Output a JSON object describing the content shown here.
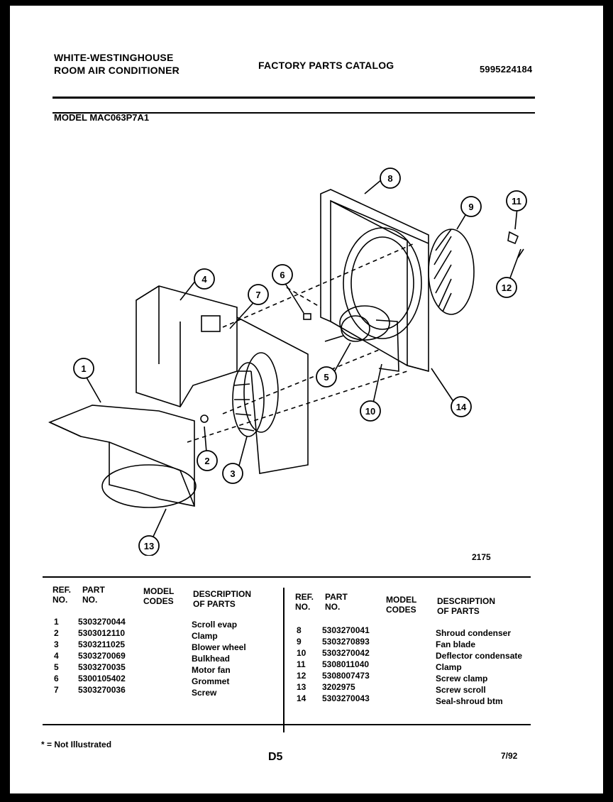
{
  "header": {
    "brand_line1": "WHITE-WESTINGHOUSE",
    "brand_line2": "ROOM AIR CONDITIONER",
    "catalog_title": "FACTORY PARTS CATALOG",
    "catalog_number": "5995224184",
    "model": "MODEL MAC063P7A1"
  },
  "diagram": {
    "code": "2175",
    "callouts": [
      "1",
      "2",
      "3",
      "4",
      "5",
      "6",
      "7",
      "8",
      "9",
      "10",
      "11",
      "12",
      "13",
      "14"
    ]
  },
  "table": {
    "headers": {
      "ref": "REF.",
      "ref2": "NO.",
      "part": "PART",
      "part2": "NO.",
      "model": "MODEL",
      "model2": "CODES",
      "desc": "DESCRIPTION",
      "desc2": "OF PARTS"
    },
    "left": [
      {
        "ref": "1",
        "part": "5303270044",
        "desc": "Scroll evap"
      },
      {
        "ref": "2",
        "part": "5303012110",
        "desc": "Clamp"
      },
      {
        "ref": "3",
        "part": "5303211025",
        "desc": "Blower wheel"
      },
      {
        "ref": "4",
        "part": "5303270069",
        "desc": "Bulkhead"
      },
      {
        "ref": "5",
        "part": "5303270035",
        "desc": "Motor fan"
      },
      {
        "ref": "6",
        "part": "5300105402",
        "desc": "Grommet"
      },
      {
        "ref": "7",
        "part": "5303270036",
        "desc": "Screw"
      }
    ],
    "right": [
      {
        "ref": "8",
        "part": "5303270041",
        "desc": "Shroud condenser"
      },
      {
        "ref": "9",
        "part": "5303270893",
        "desc": "Fan blade"
      },
      {
        "ref": "10",
        "part": "5303270042",
        "desc": "Deflector condensate"
      },
      {
        "ref": "11",
        "part": "5308011040",
        "desc": "Clamp"
      },
      {
        "ref": "12",
        "part": "5308007473",
        "desc": "Screw clamp"
      },
      {
        "ref": "13",
        "part": "3202975",
        "desc": "Screw scroll"
      },
      {
        "ref": "14",
        "part": "5303270043",
        "desc": "Seal-shroud btm"
      }
    ]
  },
  "footer": {
    "note": "* = Not Illustrated",
    "page_code": "D5",
    "date": "7/92"
  }
}
